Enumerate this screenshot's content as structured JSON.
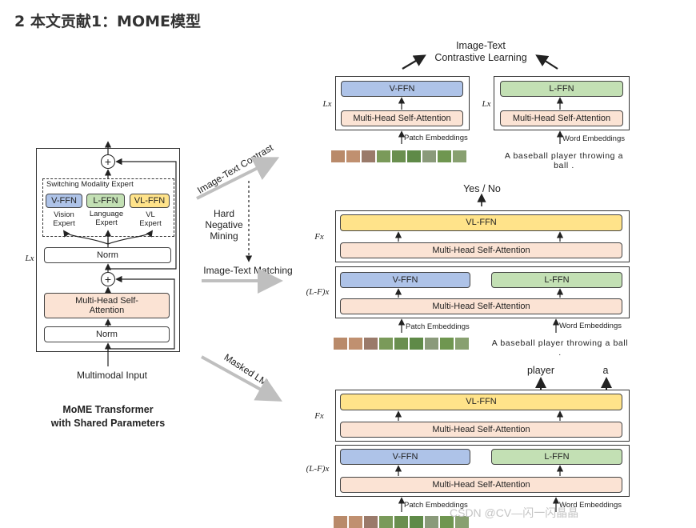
{
  "heading": "2 本文贡献1：MOME模型",
  "left_panel": {
    "switching_title": "Switching Modality Expert",
    "v_ffn": "V-FFN",
    "l_ffn": "L-FFN",
    "vl_ffn": "VL-FFN",
    "vision_expert": "Vision Expert",
    "language_expert": "Language Expert",
    "vl_expert": "VL Expert",
    "norm": "Norm",
    "attention": "Multi-Head Self-Attention",
    "plus": "+",
    "lx": "Lx",
    "input": "Multimodal Input",
    "caption_line1": "MoME Transformer",
    "caption_line2": "with Shared Parameters"
  },
  "tasks": {
    "contrast": "Image-Text Contrast",
    "hard_negative": "Hard Negative Mining",
    "matching": "Image-Text Matching",
    "masked_lm": "Masked LM"
  },
  "top_section": {
    "title_line1": "Image-Text",
    "title_line2": "Contrastive Learning",
    "v_ffn": "V-FFN",
    "l_ffn": "L-FFN",
    "attention": "Multi-Head Self-Attention",
    "lx": "Lx",
    "patch_embeddings": "Patch Embeddings",
    "word_embeddings": "Word Embeddings",
    "sentence": "A baseball player throwing a ball ."
  },
  "middle_section": {
    "output": "Yes / No",
    "vl_ffn": "VL-FFN",
    "v_ffn": "V-FFN",
    "l_ffn": "L-FFN",
    "attention": "Multi-Head Self-Attention",
    "fx": "Fx",
    "lfx": "(L-F)x",
    "patch_embeddings": "Patch Embeddings",
    "word_embeddings": "Word Embeddings",
    "sentence": "A baseball player throwing a ball ."
  },
  "bottom_section": {
    "output1": "player",
    "output2": "a",
    "vl_ffn": "VL-FFN",
    "v_ffn": "V-FFN",
    "l_ffn": "L-FFN",
    "attention": "Multi-Head Self-Attention",
    "fx": "Fx",
    "lfx": "(L-F)x",
    "patch_embeddings": "Patch Embeddings",
    "word_embeddings": "Word Embeddings"
  },
  "watermark": "CSDN @CV—闪一闪晶晶",
  "colors": {
    "attention": "#fbe3d4",
    "v_ffn": "#aec3e8",
    "l_ffn": "#c3e0b4",
    "vl_ffn": "#ffe38a"
  }
}
